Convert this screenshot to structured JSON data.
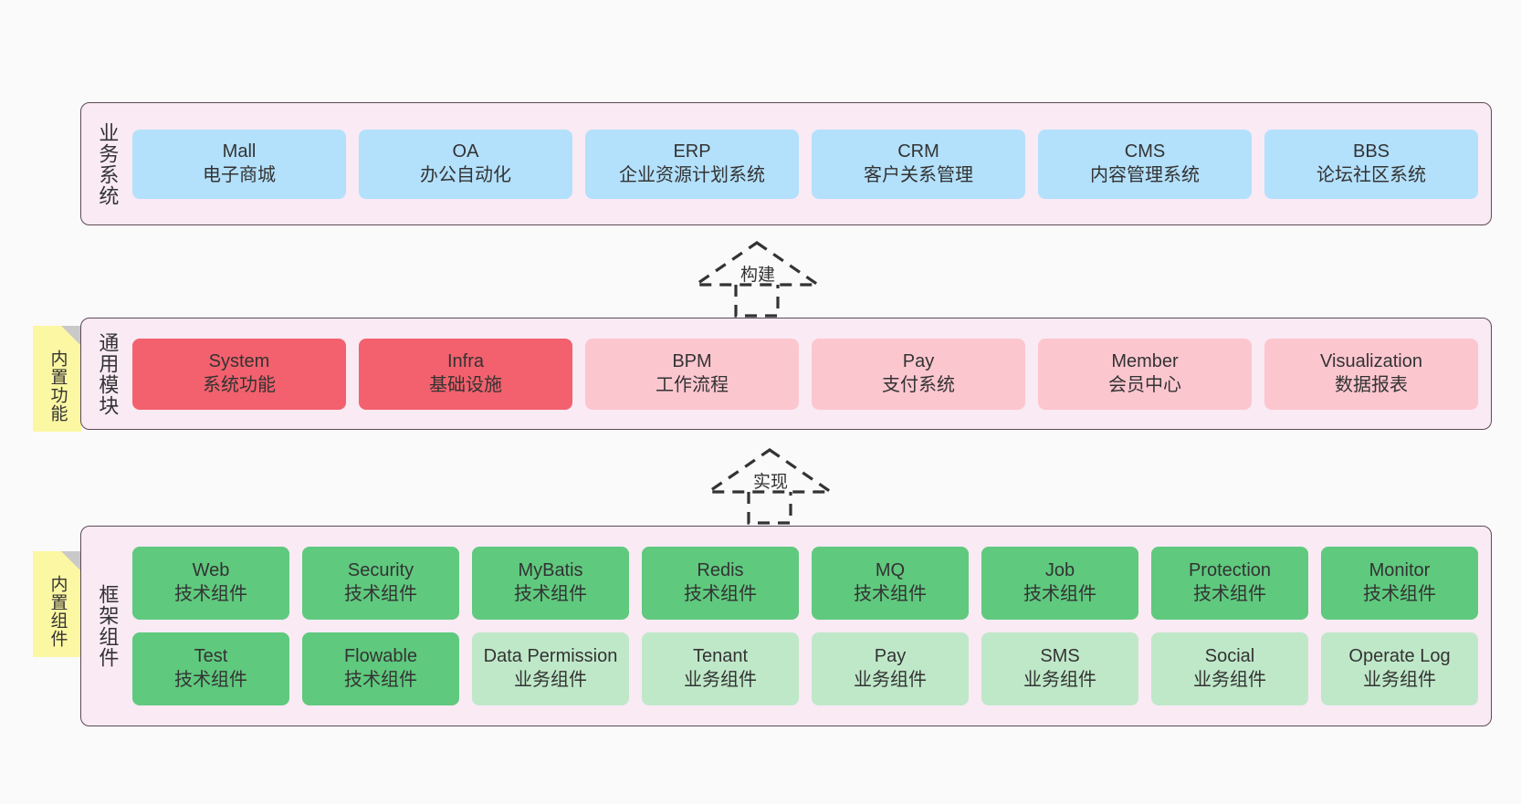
{
  "diagram": {
    "background": "#fafafa",
    "panel_fill": "#f9eaf4",
    "panel_stroke": "#5c4a54",
    "sticky_fill": "#fbf7a2"
  },
  "layers": [
    {
      "id": "business-systems",
      "title": "业务系统",
      "rows": [
        {
          "nodes": [
            {
              "en": "Mall",
              "cn": "电子商城",
              "color": "#b3e0fb",
              "variant": "c-blue"
            },
            {
              "en": "OA",
              "cn": "办公自动化",
              "color": "#b3e0fb",
              "variant": "c-blue"
            },
            {
              "en": "ERP",
              "cn": "企业资源计划系统",
              "color": "#b3e0fb",
              "variant": "c-blue"
            },
            {
              "en": "CRM",
              "cn": "客户关系管理",
              "color": "#b3e0fb",
              "variant": "c-blue"
            },
            {
              "en": "CMS",
              "cn": "内容管理系统",
              "color": "#b3e0fb",
              "variant": "c-blue"
            },
            {
              "en": "BBS",
              "cn": "论坛社区系统",
              "color": "#b3e0fb",
              "variant": "c-blue"
            }
          ]
        }
      ]
    },
    {
      "id": "common-modules",
      "title": "通用模块",
      "sticky": "内置功能",
      "rows": [
        {
          "nodes": [
            {
              "en": "System",
              "cn": "系统功能",
              "color": "#f2616d",
              "variant": "c-red"
            },
            {
              "en": "Infra",
              "cn": "基础设施",
              "color": "#f2616d",
              "variant": "c-red"
            },
            {
              "en": "BPM",
              "cn": "工作流程",
              "color": "#fcc6cf",
              "variant": "c-pink"
            },
            {
              "en": "Pay",
              "cn": "支付系统",
              "color": "#fcc6cf",
              "variant": "c-pink"
            },
            {
              "en": "Member",
              "cn": "会员中心",
              "color": "#fcc6cf",
              "variant": "c-pink"
            },
            {
              "en": "Visualization",
              "cn": "数据报表",
              "color": "#fcc6cf",
              "variant": "c-pink"
            }
          ]
        }
      ]
    },
    {
      "id": "framework-components",
      "title": "框架组件",
      "sticky": "内置组件",
      "rows": [
        {
          "nodes": [
            {
              "en": "Web",
              "cn": "技术组件",
              "color": "#5fc97e",
              "variant": "c-green"
            },
            {
              "en": "Security",
              "cn": "技术组件",
              "color": "#5fc97e",
              "variant": "c-green"
            },
            {
              "en": "MyBatis",
              "cn": "技术组件",
              "color": "#5fc97e",
              "variant": "c-green"
            },
            {
              "en": "Redis",
              "cn": "技术组件",
              "color": "#5fc97e",
              "variant": "c-green"
            },
            {
              "en": "MQ",
              "cn": "技术组件",
              "color": "#5fc97e",
              "variant": "c-green"
            },
            {
              "en": "Job",
              "cn": "技术组件",
              "color": "#5fc97e",
              "variant": "c-green"
            },
            {
              "en": "Protection",
              "cn": "技术组件",
              "color": "#5fc97e",
              "variant": "c-green"
            },
            {
              "en": "Monitor",
              "cn": "技术组件",
              "color": "#5fc97e",
              "variant": "c-green"
            }
          ]
        },
        {
          "nodes": [
            {
              "en": "Test",
              "cn": "技术组件",
              "color": "#5fc97e",
              "variant": "c-green"
            },
            {
              "en": "Flowable",
              "cn": "技术组件",
              "color": "#5fc97e",
              "variant": "c-green"
            },
            {
              "en": "Data Permission",
              "cn": "业务组件",
              "color": "#bfe8c9",
              "variant": "c-lightgreen"
            },
            {
              "en": "Tenant",
              "cn": "业务组件",
              "color": "#bfe8c9",
              "variant": "c-lightgreen"
            },
            {
              "en": "Pay",
              "cn": "业务组件",
              "color": "#bfe8c9",
              "variant": "c-lightgreen"
            },
            {
              "en": "SMS",
              "cn": "业务组件",
              "color": "#bfe8c9",
              "variant": "c-lightgreen"
            },
            {
              "en": "Social",
              "cn": "业务组件",
              "color": "#bfe8c9",
              "variant": "c-lightgreen"
            },
            {
              "en": "Operate Log",
              "cn": "业务组件",
              "color": "#bfe8c9",
              "variant": "c-lightgreen"
            }
          ]
        }
      ]
    }
  ],
  "connectors": [
    {
      "id": "build",
      "label": "构建"
    },
    {
      "id": "implement",
      "label": "实现"
    }
  ]
}
